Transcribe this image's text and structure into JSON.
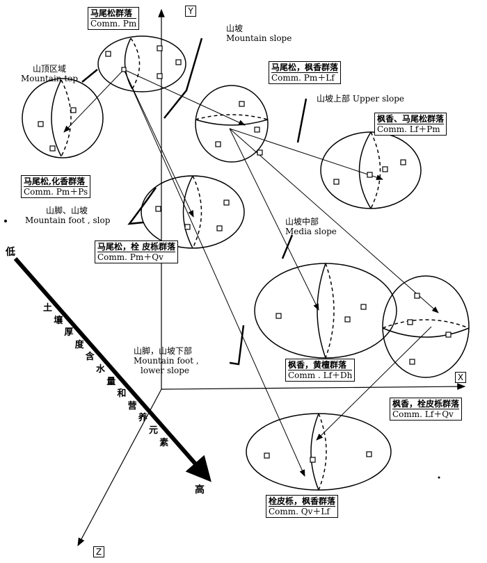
{
  "axes": {
    "x": "X",
    "y": "Y",
    "z": "Z"
  },
  "gradient": {
    "low": "低",
    "high": "高",
    "label_chars": [
      "土",
      "壤",
      "厚",
      "度",
      "含",
      "水",
      "量",
      "和",
      "营",
      "养",
      "元",
      "素"
    ]
  },
  "positions": {
    "mountain_top": {
      "zh": "山顶区域",
      "en": "Mountain top"
    },
    "mountain_slope": {
      "zh": "山坡",
      "en": "Mountain slope"
    },
    "upper_slope": {
      "zh": "山坡上部",
      "en": "Upper slope"
    },
    "foot_slope": {
      "zh": "山脚、山坡",
      "en": "Mountain foot , slop"
    },
    "media_slope": {
      "zh": "山坡中部",
      "en": "Media  slope"
    },
    "foot_lower": {
      "zh": "山脚，山坡下部",
      "en1": "Mountain foot ,",
      "en2": "lower slope"
    }
  },
  "communities": {
    "pm": {
      "zh": "马尾松群落",
      "code": "Comm. Pm"
    },
    "pm_lf": {
      "zh": "马尾松，枫香群落",
      "code": "Comm. Pm＋Lf"
    },
    "lf_pm": {
      "zh": "枫香、马尾松群落",
      "code": "Comm. Lf＋Pm"
    },
    "pm_ps": {
      "zh": "马尾松,化香群落",
      "code": "Comm.  Pm＋Ps"
    },
    "pm_qv": {
      "zh": "马尾松，栓 皮栎群落",
      "code": "Comm.  Pm＋Qv"
    },
    "lf_dh": {
      "zh": "枫香，黄檀群落",
      "code": "Comm . Lf＋Dh"
    },
    "lf_qv": {
      "zh": "枫香，栓皮栎群落",
      "code": "Comm. Lf＋Qv"
    },
    "qv_lf": {
      "zh": "栓皮栎，枫香群落",
      "code": "Comm. Qv＋Lf"
    }
  }
}
